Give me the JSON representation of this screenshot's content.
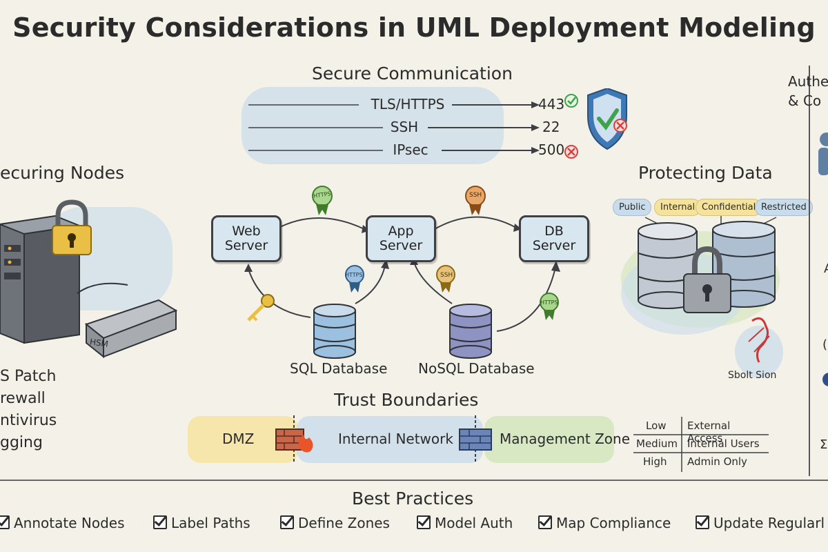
{
  "title": "Security Considerations in UML Deployment Modeling",
  "secure_comm": {
    "heading": "Secure Communication",
    "rows": [
      {
        "label": "TLS/HTTPS",
        "port": "443",
        "status": "ok"
      },
      {
        "label": "SSH",
        "port": "22",
        "status": "ok"
      },
      {
        "label": "IPsec",
        "port": "500",
        "status": "fail"
      }
    ]
  },
  "securing_nodes": {
    "heading": "ecuring Nodes",
    "hsm_label": "HSM",
    "items": [
      "S Patch",
      "rewall",
      "ntivirus",
      "gging"
    ]
  },
  "diagram": {
    "nodes": [
      "Web\nServer",
      "App\nServer",
      "DB\nServer"
    ],
    "db_labels": [
      "SQL Database",
      "NoSQL Database"
    ],
    "badges": [
      "HTTPS",
      "SSH",
      "HTTPS",
      "SSH",
      "HTTPS"
    ]
  },
  "protecting_data": {
    "heading": "Protecting Data",
    "tags": [
      "Public",
      "Internal",
      "Confidential",
      "Restricted"
    ],
    "seal_text": "Sbolt Sion"
  },
  "right_edge": {
    "heading_line1": "Authe",
    "heading_line2": "& Co"
  },
  "trust": {
    "heading": "Trust Boundaries",
    "zones": [
      "DMZ",
      "Internal Network",
      "Management Zone"
    ],
    "levels": [
      {
        "level": "Low",
        "access": "External Access"
      },
      {
        "level": "Medium",
        "access": "Internal Users"
      },
      {
        "level": "High",
        "access": "Admin Only"
      }
    ]
  },
  "best_practices": {
    "heading": "Best Practices",
    "items": [
      "Annotate Nodes",
      "Label Paths",
      "Define Zones",
      "Model Auth",
      "Map Compliance",
      "Update Regularl"
    ]
  },
  "colors": {
    "blue_wash": "#c9dceb",
    "yellow_wash": "#f6e39b",
    "green_wash": "#cfe6b8",
    "shield": "#3f79b5",
    "check_green": "#3ea34a",
    "cross_red": "#d6413b"
  }
}
